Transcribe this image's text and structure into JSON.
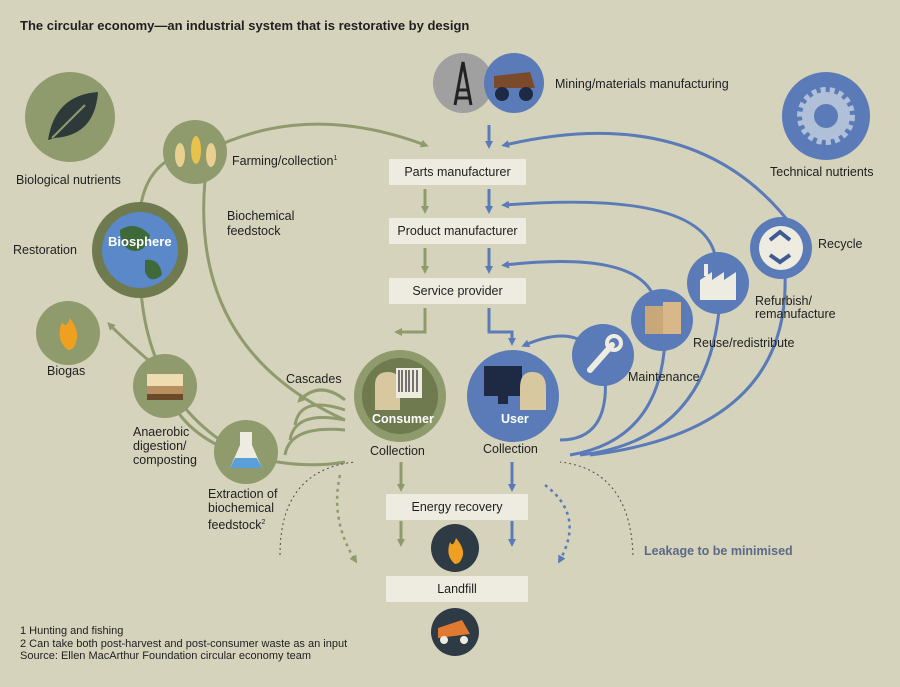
{
  "title": "The circular economy—an industrial system that is restorative by design",
  "biological": {
    "nutrients_label": "Biological nutrients",
    "farming_label": "Farming/collection",
    "farming_sup": "1",
    "biochemical_label_1": "Biochemical",
    "biochemical_label_2": "feedstock",
    "restoration_label": "Restoration",
    "biosphere_label": "Biosphere",
    "biogas_label": "Biogas",
    "anaerobic_1": "Anaerobic",
    "anaerobic_2": "digestion/",
    "anaerobic_3": "composting",
    "extraction_1": "Extraction of",
    "extraction_2": "biochemical",
    "extraction_3": "feedstock",
    "extraction_sup": "2",
    "cascades_label": "Cascades",
    "consumer_label": "Consumer",
    "collection_label": "Collection"
  },
  "technical": {
    "mining_label": "Mining/materials manufacturing",
    "nutrients_label": "Technical nutrients",
    "recycle_label": "Recycle",
    "refurbish_1": "Refurbish/",
    "refurbish_2": "remanufacture",
    "reuse_label": "Reuse/redistribute",
    "maintenance_label": "Maintenance",
    "user_label": "User",
    "collection_label": "Collection"
  },
  "chain": {
    "parts": "Parts manufacturer",
    "product": "Product manufacturer",
    "service": "Service provider",
    "energy": "Energy recovery",
    "landfill": "Landfill"
  },
  "leakage_label": "Leakage to be minimised",
  "footnotes": {
    "note1": "1 Hunting and fishing",
    "note2": "2 Can take both post-harvest and post-consumer waste as an input",
    "source": "Source: Ellen MacArthur Foundation circular economy team"
  },
  "colors": {
    "background": "#d6d3bd",
    "bio_green": "#8f9b6c",
    "bio_dark": "#6f7b4e",
    "tech_blue": "#5a7bb8",
    "tech_dark": "#3e5c93",
    "box": "#eeece1",
    "flame": "#f0a020"
  }
}
